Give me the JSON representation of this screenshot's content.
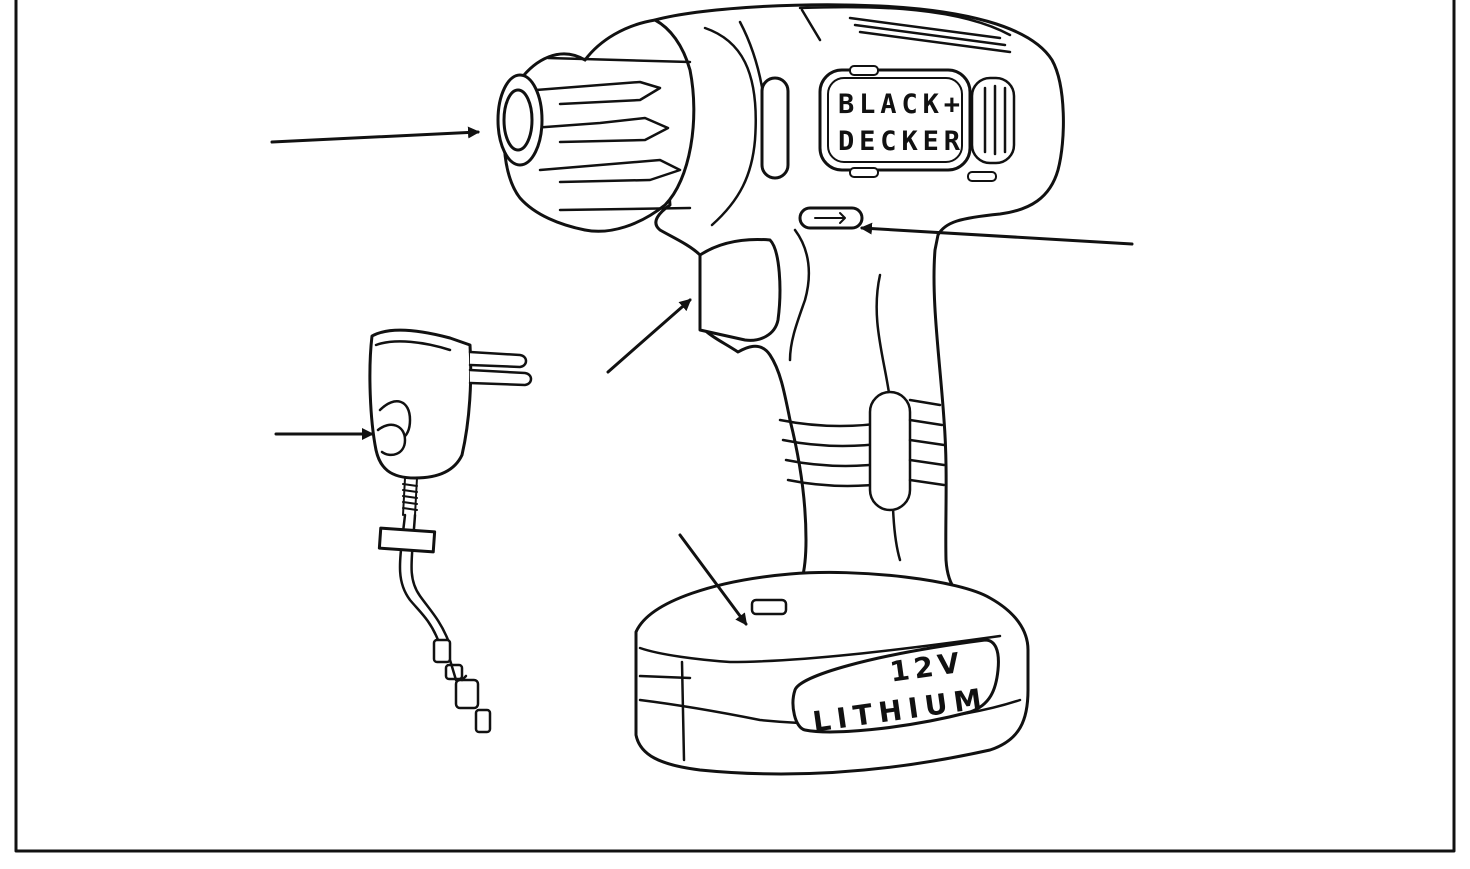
{
  "brand": {
    "line1": "BLACK+",
    "line2": "DECKER"
  },
  "battery": {
    "voltage": "12V",
    "chemistry": "LITHIUM"
  },
  "colors": {
    "ink": "#111111",
    "background": "#ffffff"
  },
  "callouts": [
    {
      "name": "chuck-callout",
      "icon": "arrow-icon"
    },
    {
      "name": "direction-switch-callout",
      "icon": "arrow-icon"
    },
    {
      "name": "trigger-callout",
      "icon": "arrow-icon"
    },
    {
      "name": "charger-callout",
      "icon": "arrow-icon"
    },
    {
      "name": "battery-release-callout",
      "icon": "arrow-icon"
    }
  ]
}
